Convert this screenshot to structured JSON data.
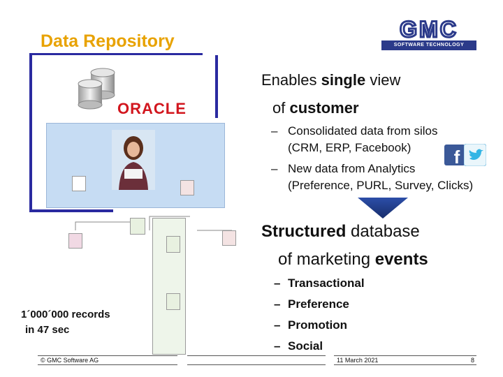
{
  "slide": {
    "title": "Data Repository",
    "logo": {
      "mark": "GMC",
      "tagline": "SOFTWARE TECHNOLOGY"
    },
    "oracle_logo": "ORACLE",
    "heading1": {
      "plain_a": "Enables ",
      "bold_a": "single",
      "plain_b": " view",
      "line2_plain": "of ",
      "line2_bold": "customer"
    },
    "bullets1": [
      {
        "line1": "Consolidated data from silos",
        "line2": "(CRM, ERP, Facebook)"
      },
      {
        "line1": "New data from Analytics",
        "line2": "(Preference, PURL, Survey, Clicks)"
      }
    ],
    "heading2": {
      "bold_a": "Structured",
      "plain_a": " database",
      "line2_plain": "of marketing ",
      "line2_bold": "events"
    },
    "bullets2": [
      "Transactional",
      "Preference",
      "Promotion",
      "Social"
    ],
    "records": {
      "line1": "1´000´000 records",
      "line2": "in 47 sec"
    },
    "footer": {
      "copyright": "© GMC Software AG",
      "date": "11 March 2021",
      "page": "8"
    },
    "social_icons": [
      "facebook-icon",
      "twitter-icon"
    ],
    "colors": {
      "title": "#e8a200",
      "rule": "#2a2aa0",
      "oracle": "#d2161e",
      "arrow": "#1f3a8a"
    }
  }
}
